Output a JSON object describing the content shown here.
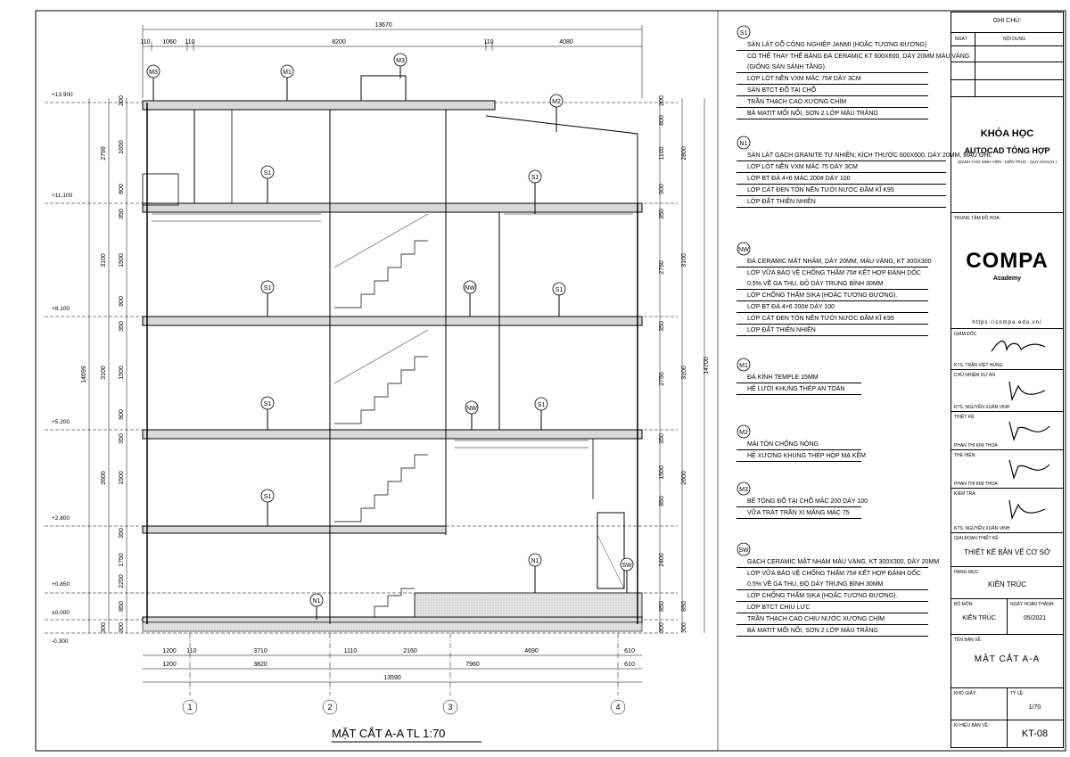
{
  "title": "MẶT CẮT A-A TL 1:70",
  "top_dimensions": {
    "overall": "13670",
    "segments": [
      "110",
      "1060",
      "110",
      "8200",
      "110",
      "4080"
    ]
  },
  "bottom_dimensions": {
    "row1": [
      "1200",
      "110",
      "3710",
      "1110",
      "2160",
      "4690",
      "610"
    ],
    "row2": [
      "1200",
      "3820",
      "7960",
      "610"
    ],
    "overall": "13590"
  },
  "axes": [
    "1",
    "2",
    "3",
    "4"
  ],
  "levels": [
    "+13.900",
    "+11.100",
    "+8.100",
    "+5.200",
    "+2.800",
    "+0.850",
    "±0.000",
    "-0.300"
  ],
  "left_dims_inner": [
    "200",
    "1650",
    "800",
    "350",
    "1500",
    "900",
    "350",
    "1500",
    "900",
    "350",
    "1500",
    "350",
    "1750",
    "2250",
    "850",
    "300"
  ],
  "left_dims_outer": [
    "2799",
    "3100",
    "3100",
    "2600",
    "300"
  ],
  "left_total": "14699",
  "right_dims_inner": [
    "200",
    "800",
    "1100",
    "900",
    "350",
    "2750",
    "350",
    "2750",
    "350",
    "1500",
    "850",
    "2400",
    "850",
    "300"
  ],
  "right_dims_outer": [
    "2800",
    "3100",
    "14700",
    "3100",
    "2600",
    "850",
    "300"
  ],
  "plan_tags": [
    {
      "t": "M3"
    },
    {
      "t": "M1"
    },
    {
      "t": "M3"
    },
    {
      "t": "M2"
    },
    {
      "t": "S1"
    },
    {
      "t": "S1"
    },
    {
      "t": "S1"
    },
    {
      "t": "NW"
    },
    {
      "t": "S1"
    },
    {
      "t": "S1"
    },
    {
      "t": "NW"
    },
    {
      "t": "S1"
    },
    {
      "t": "S1"
    },
    {
      "t": "N1"
    },
    {
      "t": "SW"
    },
    {
      "t": "N1"
    }
  ],
  "annotations": [
    {
      "tag": "S1",
      "lines": [
        "SÀN LÁT GỖ CÔNG NGHIỆP JANMI (HOẶC TƯƠNG ĐƯƠNG)",
        "CÓ THỂ THAY THẾ BẰNG ĐÁ CERAMIC KT 600X600, DÀY 20MM MÀU VÀNG",
        "(GIỐNG SÀN SẢNH TẦNG)",
        "LỚP LÓT NỀN VXM MÁC 75# DÀY 3CM",
        "SÀN BTCT ĐỔ TẠI CHỖ",
        "TRẦN THẠCH CAO XƯƠNG CHÌM",
        "BẢ MATIT MỐI NỐI, SƠN 2 LỚP MÀU TRẮNG"
      ]
    },
    {
      "tag": "N1",
      "lines": [
        "SÀN LÁT GẠCH GRANITE TỰ NHIÊN; KÍCH THƯỚC 600X600, DÀY 20MM, MÀU GHI.",
        "LỚP LÓT NỀN VXM MÁC 75 DÀY 3CM",
        "LỚP BT ĐÁ 4×6 MÁC 200# DÀY 100",
        "LỚP CÁT ĐEN TÔN NỀN TƯỚI NƯỚC ĐẦM KĨ K95",
        "LỚP ĐẤT THIÊN NHIÊN"
      ]
    },
    {
      "tag": "NW",
      "lines": [
        "ĐÁ CERAMIC MẶT NHÁM, DÀY 20MM, MÀU VÀNG, KT 300X300",
        "LỚP VỮA BẢO VỆ CHỐNG THẤM 75# KẾT HỢP ĐÁNH DỐC",
        "0,5% VỀ GA THU, ĐỘ DÀY TRUNG BÌNH 30MM",
        "LỚP CHỐNG THẤM SIKA (HOẶC TƯƠNG ĐƯƠNG).",
        "LỚP BT ĐÁ 4×6 200# DÀY 100",
        "LỚP CÁT ĐEN TÔN NỀN TƯỚI NƯỚC ĐẦM KĨ K95",
        "LỚP ĐẤT THIÊN NHIÊN"
      ]
    },
    {
      "tag": "M1",
      "lines": [
        "ĐÁ KÍNH TEMPLE 15MM",
        "HỆ LƯỚI KHUNG THÉP AN TOÀN"
      ]
    },
    {
      "tag": "M2",
      "lines": [
        "MÁI TÔN CHỐNG NÓNG",
        "HỆ XƯƠNG KHUNG THÉP HỘP MẠ KẼM"
      ]
    },
    {
      "tag": "M3",
      "lines": [
        "BÊ TÔNG ĐỔ TẠI CHỖ MÁC 200 DÀY 100",
        "VỮA TRÁT TRẦN XI MĂNG MÁC 75"
      ]
    },
    {
      "tag": "SW",
      "lines": [
        "GẠCH CERAMIC MẶT NHÁM MÀU VÀNG, KT 300X300, DÀY 20MM",
        "LỚP VỮA BẢO VỆ CHỐNG THẤM 75# KẾT HỢP ĐÁNH DỐC",
        "0,5% VỀ GA THU, ĐỘ DÀY TRUNG BÌNH 30MM",
        "LỚP CHỐNG THẤM SIKA (HOẶC TƯƠNG ĐƯƠNG).",
        "LỚP BTCT CHỊU LỰC",
        "TRẦN THẠCH CAO CHỊU NƯỚC XƯƠNG CHÌM",
        "BẢ MATIT MỐI NỐI, SƠN 2 LỚP MÀU TRẮNG"
      ]
    }
  ],
  "title_block": {
    "notes_title": "GHI CHÚ:",
    "notes_col_date": "NGÀY",
    "notes_col_content": "NỘI DUNG",
    "course_title": "KHÓA HỌC",
    "course_subtitle": "AUTOCAD TỔNG HỢP",
    "course_note": "(DÀNH CHO SINH VIÊN : KIẾN TRÚC - QUY HOẠCH )",
    "center_label": "TRUNG TÂM ĐỒ HỌA:",
    "logo_text": "COMPA",
    "logo_sub": "Academy",
    "website": "https://compa.edu.vn/",
    "director_label": "GIÁM ĐỐC",
    "director_name": "KTS. TRẦN VIỆT HÙNG",
    "pm_label": "CHỦ NHIỆM DỰ ÁN",
    "pm_name": "KTS. NGUYỄN XUÂN VINH",
    "designer_label": "THIẾT KẾ:",
    "designer_name": "PHAN THỊ KIM THOA",
    "drafter_label": "THỂ HIỆN:",
    "drafter_name": "PHAN THỊ KIM THOA",
    "checker_label": "KIỂM TRA:",
    "checker_name": "KTS. NGUYỄN XUÂN VINH",
    "phase_label": "GIAI ĐOẠN THIẾT KẾ:",
    "phase_value": "THIẾT KẾ BẢN VẼ CƠ SỞ",
    "item_label": "HẠNG MỤC:",
    "item_value": "KIẾN TRÚC",
    "dept_label": "BỘ MÔN:",
    "dept_value": "KIẾN TRÚC",
    "date_label": "NGÀY HOÀN THÀNH:",
    "date_value": "05/2021",
    "drawing_name_label": "TÊN BẢN VẼ:",
    "drawing_name": "MẶT CẮT A-A",
    "paper_label": "KHỔ GIẤY:",
    "scale_label": "TỶ LỆ:",
    "scale_value": "1/70",
    "sheet_label": "KÍ HIỆU BẢN VẼ:",
    "sheet_value": "KT-08"
  },
  "colors": {
    "line": "#000000",
    "hatch": "#9a9a9a",
    "logo_accent": "#f08a1c"
  }
}
